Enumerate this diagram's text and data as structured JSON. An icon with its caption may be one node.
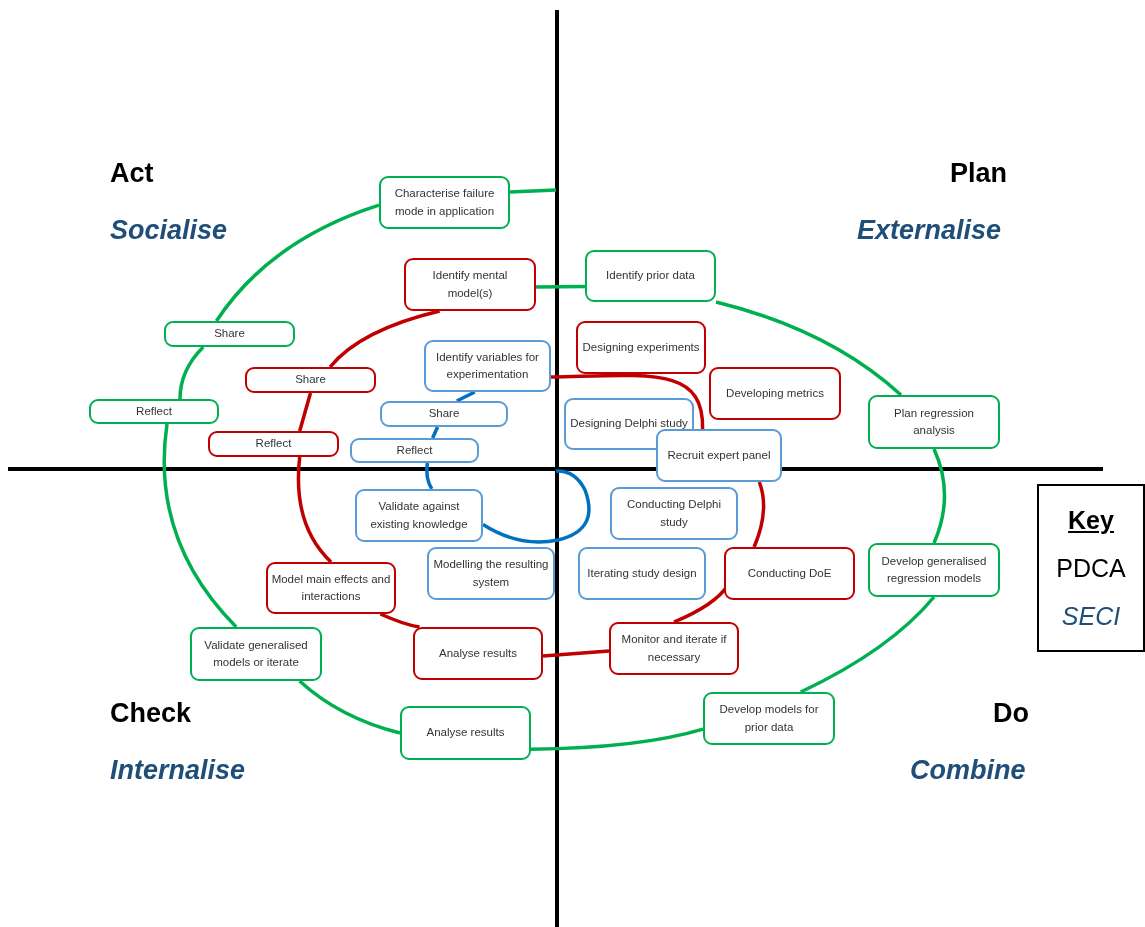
{
  "diagram": {
    "nodes": [
      {
        "text": [
          "Characterise failure mode in application"
        ]
      },
      {
        "text": [
          "Identify mental model(s)"
        ]
      },
      {
        "text": [
          "Identify prior data"
        ]
      },
      {
        "text": [
          "Share"
        ]
      },
      {
        "text": [
          "Designing experiments"
        ]
      },
      {
        "text": [
          "Identify variables for experimentation"
        ]
      },
      {
        "text": [
          "Share"
        ]
      },
      {
        "text": [
          "Developing metrics"
        ]
      },
      {
        "text": [
          "Plan regression analysis"
        ]
      },
      {
        "text": [
          "Reflect"
        ]
      },
      {
        "text": [
          "Share"
        ]
      },
      {
        "text": [
          "Designing Delphi study"
        ]
      },
      {
        "text": [
          "Reflect"
        ]
      },
      {
        "text": [
          "Recruit expert panel"
        ]
      },
      {
        "text": [
          "Reflect"
        ]
      },
      {
        "text": [
          "Validate against existing knowledge"
        ]
      },
      {
        "text": [
          "Conducting Delphi study"
        ]
      },
      {
        "text": [
          "Modelling the resulting system"
        ]
      },
      {
        "text": [
          "Iterating study design"
        ]
      },
      {
        "text": [
          "Model main effects and interactions"
        ]
      },
      {
        "text": [
          "Conducting DoE"
        ]
      },
      {
        "text": [
          "Develop generalised regression models"
        ]
      },
      {
        "text": [
          "Validate generalised models or iterate"
        ]
      },
      {
        "text": [
          "Analyse results"
        ]
      },
      {
        "text": [
          "Monitor and iterate if necessary"
        ]
      },
      {
        "text": [
          "Develop models for prior data"
        ]
      },
      {
        "text": [
          "Analyse results"
        ]
      },
      {
        "text": [
          "Key",
          "PDCA",
          "SECI"
        ]
      }
    ],
    "edges": [
      {
        "from": 0,
        "to": null,
        "arrow": "none",
        "color": "#00b050"
      },
      {
        "from": 0,
        "to": 3,
        "arrow": "none",
        "color": "#00b050"
      },
      {
        "from": 3,
        "to": 9,
        "arrow": "none",
        "color": "#00b050"
      },
      {
        "from": 9,
        "to": 22,
        "arrow": "none",
        "color": "#00b050"
      },
      {
        "from": 22,
        "to": 26,
        "arrow": "none",
        "color": "#00b050"
      },
      {
        "from": 26,
        "to": 25,
        "arrow": "none",
        "color": "#00b050"
      },
      {
        "from": 25,
        "to": 21,
        "arrow": "none",
        "color": "#00b050"
      },
      {
        "from": 21,
        "to": 8,
        "arrow": "none",
        "color": "#00b050"
      },
      {
        "from": 8,
        "to": 2,
        "arrow": "none",
        "color": "#00b050"
      },
      {
        "from": 2,
        "to": 1,
        "arrow": "none",
        "color": "#00b050"
      },
      {
        "from": 1,
        "to": 6,
        "arrow": "none",
        "color": "#c00000"
      },
      {
        "from": 6,
        "to": 12,
        "arrow": "none",
        "color": "#c00000"
      },
      {
        "from": 12,
        "to": 19,
        "arrow": "none",
        "color": "#c00000"
      },
      {
        "from": 19,
        "to": 23,
        "arrow": "none",
        "color": "#c00000"
      },
      {
        "from": 23,
        "to": 24,
        "arrow": "none",
        "color": "#c00000"
      },
      {
        "from": 24,
        "to": 20,
        "arrow": "none",
        "color": "#c00000"
      },
      {
        "from": 20,
        "to": 13,
        "arrow": "none",
        "color": "#c00000"
      },
      {
        "from": 13,
        "to": 5,
        "arrow": "none",
        "color": "#c00000"
      },
      {
        "from": 5,
        "to": 10,
        "arrow": "none",
        "color": "#0070c0"
      },
      {
        "from": 10,
        "to": 14,
        "arrow": "none",
        "color": "#0070c0"
      },
      {
        "from": 14,
        "to": 15,
        "arrow": "none",
        "color": "#0070c0"
      },
      {
        "from": 15,
        "to": null,
        "arrow": "none",
        "color": "#0070c0"
      }
    ],
    "labels": [
      "Act",
      "Socialise",
      "Plan",
      "Externalise",
      "Check",
      "Internalise",
      "Do",
      "Combine"
    ]
  }
}
